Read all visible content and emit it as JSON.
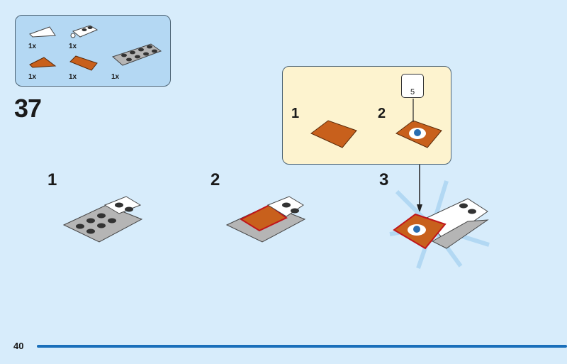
{
  "page_number": "40",
  "step_number": "37",
  "parts_list": [
    {
      "part": "white-wedge-tile",
      "qty": "1x"
    },
    {
      "part": "white-plate-with-clip",
      "qty": "1x"
    },
    {
      "part": "orange-wedge-tile",
      "qty": "1x"
    },
    {
      "part": "orange-curved-slope",
      "qty": "1x"
    },
    {
      "part": "gray-plate-2x4",
      "qty": "1x"
    }
  ],
  "sub_steps": [
    "1",
    "2",
    "3"
  ],
  "callout": {
    "steps": [
      "1",
      "2"
    ],
    "sticker_number": "5"
  },
  "colors": {
    "background": "#d7ecfb",
    "parts_box": "#b4d8f3",
    "callout": "#fdf3cf",
    "orange": "#c8601c",
    "accent_bar": "#1a6fba"
  }
}
